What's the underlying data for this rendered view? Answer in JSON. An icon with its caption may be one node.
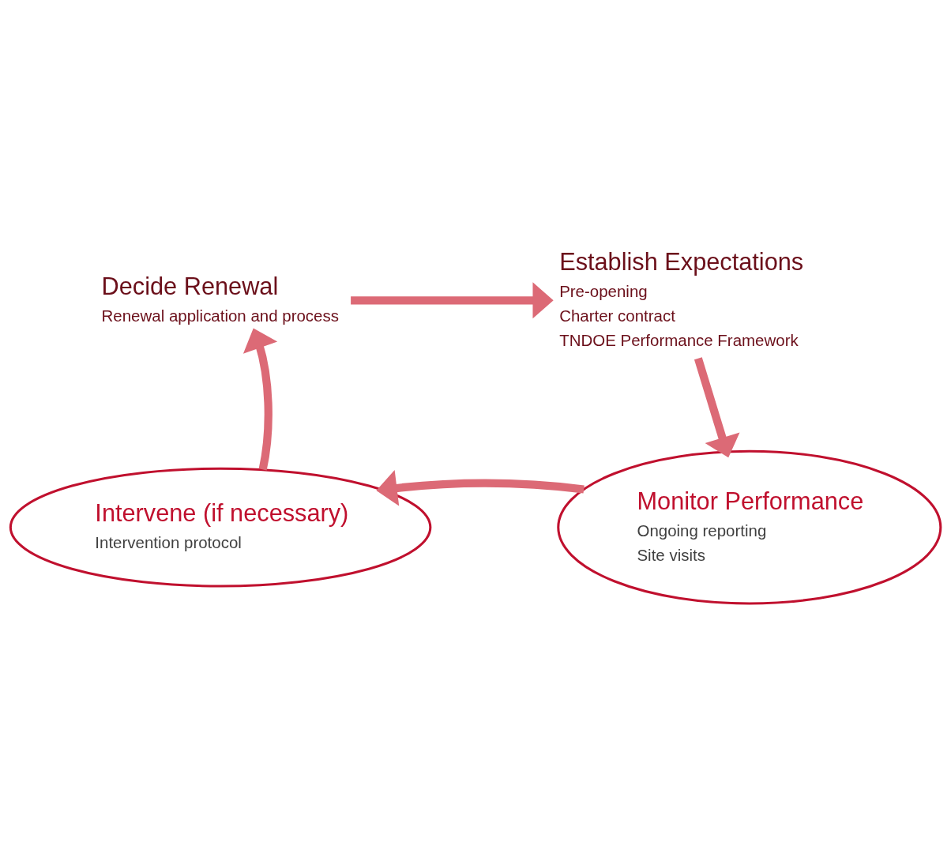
{
  "diagram": {
    "nodes": [
      {
        "text": [
          "Decide Renewal",
          "Renewal application and process"
        ]
      },
      {
        "text": [
          "Establish Expectations",
          "Pre-opening",
          "Charter contract",
          "TNDOE Performance Framework"
        ]
      },
      {
        "text": [
          "Monitor Performance",
          "Ongoing reporting",
          "Site visits"
        ]
      },
      {
        "text": [
          "Intervene (if necessary)",
          "Intervention protocol"
        ]
      }
    ],
    "edges": [
      {
        "from": 0,
        "to": 1,
        "arrow": "to"
      },
      {
        "from": 1,
        "to": 2,
        "arrow": "to"
      },
      {
        "from": 2,
        "to": 3,
        "arrow": "to"
      },
      {
        "from": 3,
        "to": 0,
        "arrow": "to"
      }
    ]
  }
}
